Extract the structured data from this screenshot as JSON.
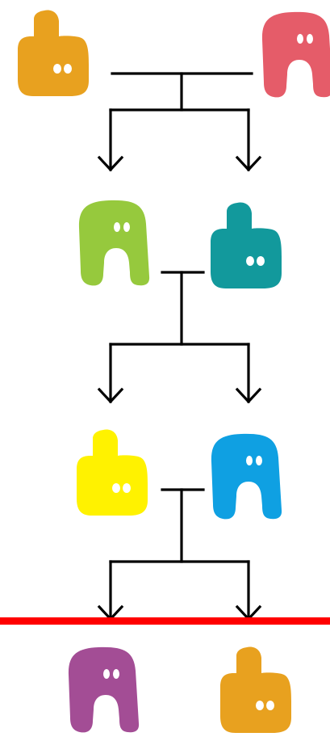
{
  "diagram": {
    "generations": [
      {
        "left": {
          "shape": "key-shape",
          "color": "#E8A11F"
        },
        "right": {
          "shape": "arch-shape",
          "color": "#E55C69"
        }
      },
      {
        "left": {
          "shape": "arch-shape",
          "color": "#96C93D"
        },
        "right": {
          "shape": "key-shape",
          "color": "#12999C"
        }
      },
      {
        "left": {
          "shape": "key-shape",
          "color": "#FFF200"
        },
        "right": {
          "shape": "arch-shape",
          "color": "#0FA0E2"
        }
      },
      {
        "left": {
          "shape": "arch-shape",
          "color": "#A34D95"
        },
        "right": {
          "shape": "key-shape",
          "color": "#E8A11F"
        }
      }
    ],
    "line_color": "#000000",
    "divider_color": "#FF0000",
    "eye_color": "#FFFFFF"
  }
}
